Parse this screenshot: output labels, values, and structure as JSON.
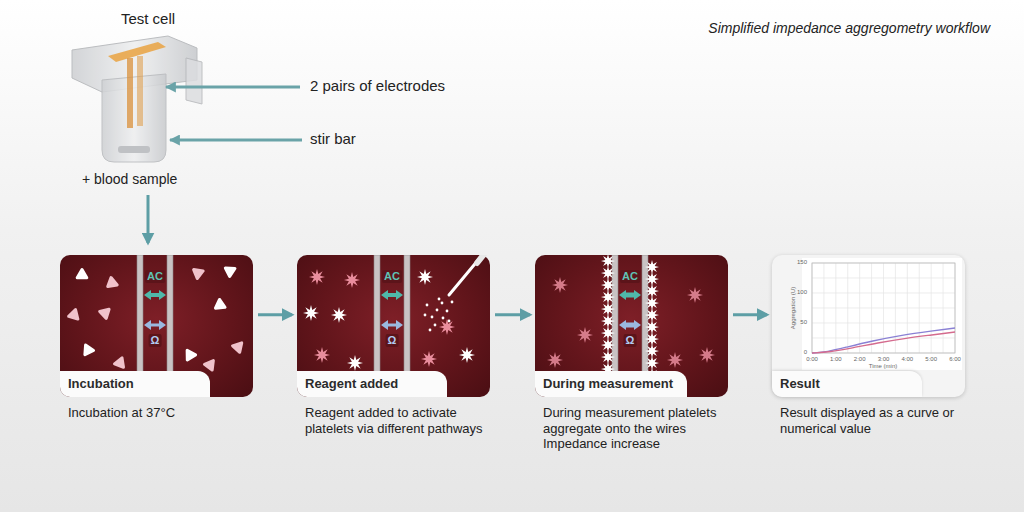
{
  "diagram": {
    "title": "Simplified impedance aggregometry workflow",
    "nodes": [
      {
        "text": [
          "Test cell",
          "+ blood sample"
        ]
      },
      {
        "text": [
          "Incubation",
          "Incubation at 37°C"
        ]
      },
      {
        "text": [
          "Reagent added",
          "Reagent added to activate platelets via different pathways"
        ]
      },
      {
        "text": [
          "During measurement",
          "During measurement platelets aggregate onto the wires Impedance increase"
        ]
      },
      {
        "text": [
          "Result",
          "Result displayed as a curve or numerical value"
        ]
      }
    ],
    "edges": [
      {
        "from": 0,
        "to": 1,
        "arrow": "to"
      },
      {
        "from": 1,
        "to": 2,
        "arrow": "to"
      },
      {
        "from": 2,
        "to": 3,
        "arrow": "to"
      },
      {
        "from": 3,
        "to": 4,
        "arrow": "to"
      }
    ],
    "labels": [
      "2 pairs of electrodes",
      "stir bar",
      "AC",
      "Ω",
      "AC",
      "Ω",
      "AC",
      "Ω",
      "Aggregation (U)",
      "150",
      "100",
      "50",
      "0",
      "0:00",
      "1:00",
      "2:00",
      "3:00",
      "4:00",
      "5:00",
      "6:00",
      "Time (min)"
    ]
  }
}
